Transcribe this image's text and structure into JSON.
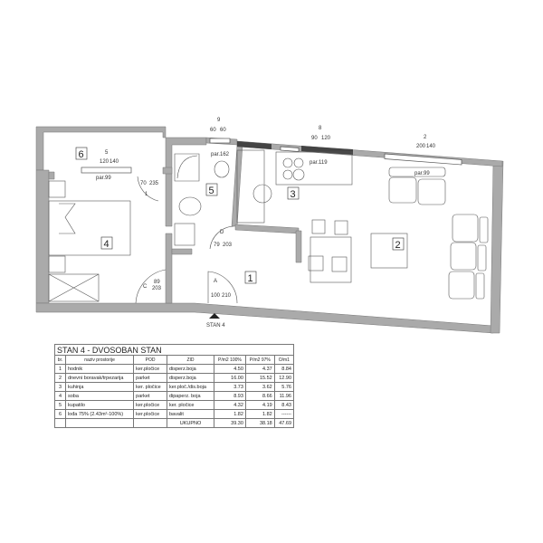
{
  "plan": {
    "entrance_label": "STAN 4",
    "rooms": [
      {
        "number": "1"
      },
      {
        "number": "2"
      },
      {
        "number": "3"
      },
      {
        "number": "4"
      },
      {
        "number": "5"
      },
      {
        "number": "6"
      }
    ],
    "doors": {
      "A": {
        "mark": "A",
        "w": "100",
        "h": "210"
      },
      "C": {
        "mark": "C",
        "w": "89",
        "h": "203"
      },
      "D": {
        "mark": "D",
        "w": "79",
        "h": "203"
      },
      "1": {
        "mark": "1",
        "w": "70",
        "h": "235"
      }
    },
    "windows": {
      "5": {
        "mark": "5",
        "w": "120",
        "h": "140",
        "sill": "par.99"
      },
      "9": {
        "mark": "9",
        "w": "60",
        "h": "60",
        "sill": "par.162"
      },
      "8": {
        "mark": "8",
        "w": "90",
        "h": "120",
        "sill": "par.119"
      },
      "2": {
        "mark": "2",
        "w": "200",
        "h": "140",
        "sill": "par.99"
      }
    }
  },
  "table": {
    "title": "STAN  4 - DVOSOBAN STAN",
    "headers": [
      "br.",
      "naziv prostorije",
      "POD",
      "ZID",
      "P/m2 100%",
      "P/m2 97%",
      "O/m1"
    ],
    "rows": [
      [
        "1",
        "hodnik",
        "ker.pločice",
        "disperz.boja",
        "4.50",
        "4.37",
        "8.84"
      ],
      [
        "2",
        "dnevni boravak/trpezarija",
        "parket",
        "disperz.boja",
        "16.00",
        "15.52",
        "12.90"
      ],
      [
        "3",
        "kuhinja",
        "ker. pločice",
        "ker.ploč./dis.boja",
        "3.73",
        "3.62",
        "5.76"
      ],
      [
        "4",
        "soba",
        "parket",
        "dipaperz. boja",
        "8.93",
        "8.66",
        "11.96"
      ],
      [
        "5",
        "kupatilo",
        "ker.pločice",
        "ker. pločice",
        "4.32",
        "4.19",
        "8.43"
      ],
      [
        "6",
        "lođa 75%  (2.43m²-100%)",
        "ker.pločice",
        "bavalit",
        "1.82",
        "1.82",
        "------"
      ]
    ],
    "total": {
      "label": "UKUPNO",
      "p100": "39.30",
      "p97": "38.18",
      "o": "47.69"
    }
  }
}
